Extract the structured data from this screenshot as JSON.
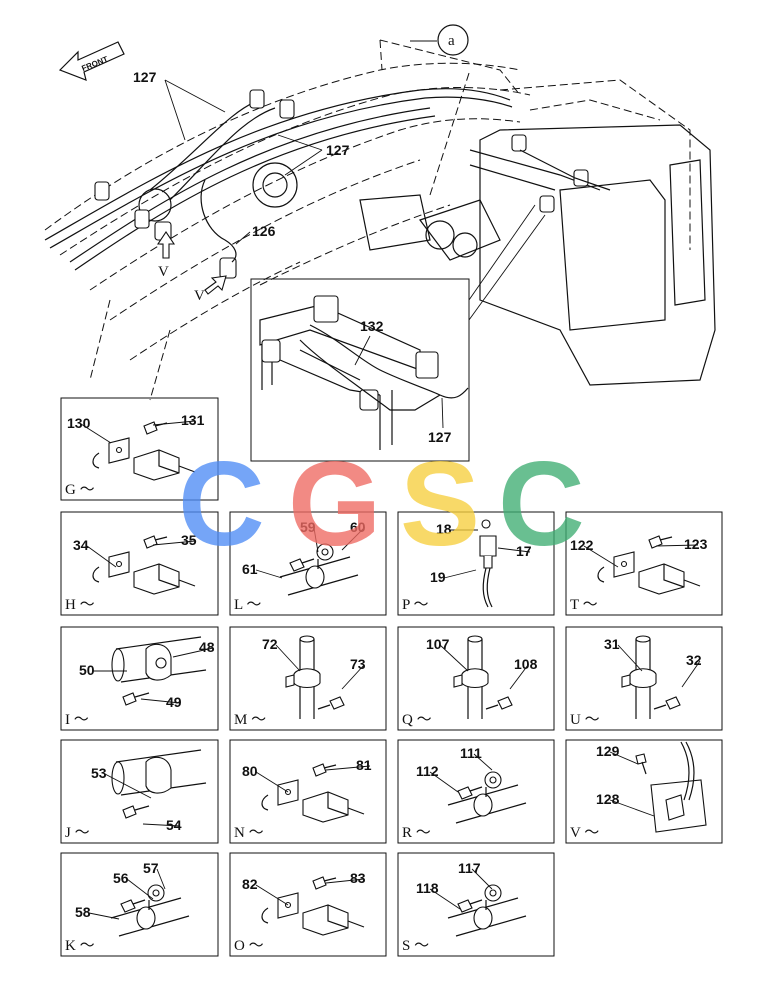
{
  "overview": {
    "front_label": "FRONT",
    "callout_a": "a",
    "view_v_label_1": "V",
    "view_v_label_2": "V",
    "part_127_a": "127",
    "part_127_b": "127",
    "part_126": "126",
    "part_132": "132",
    "part_127_c": "127"
  },
  "details": {
    "G": {
      "title": "G ～",
      "parts": [
        "130",
        "131"
      ]
    },
    "H": {
      "title": "H ～",
      "parts": [
        "34",
        "35"
      ]
    },
    "L": {
      "title": "L ～",
      "parts": [
        "59",
        "60",
        "61"
      ]
    },
    "P": {
      "title": "P ～",
      "parts": [
        "18",
        "17",
        "19"
      ]
    },
    "T": {
      "title": "T ～",
      "parts": [
        "122",
        "123"
      ]
    },
    "I": {
      "title": "I ～",
      "parts": [
        "48",
        "50",
        "49"
      ]
    },
    "M": {
      "title": "M ～",
      "parts": [
        "72",
        "73"
      ]
    },
    "Q": {
      "title": "Q ～",
      "parts": [
        "107",
        "108"
      ]
    },
    "U": {
      "title": "U ～",
      "parts": [
        "31",
        "32"
      ]
    },
    "J": {
      "title": "J ～",
      "parts": [
        "53",
        "54"
      ]
    },
    "N": {
      "title": "N ～",
      "parts": [
        "80",
        "81"
      ]
    },
    "R": {
      "title": "R ～",
      "parts": [
        "112",
        "111"
      ]
    },
    "V": {
      "title": "V ～",
      "parts": [
        "129",
        "128"
      ]
    },
    "K": {
      "title": "K ～",
      "parts": [
        "56",
        "57",
        "58"
      ]
    },
    "O": {
      "title": "O ～",
      "parts": [
        "82",
        "83"
      ]
    },
    "S": {
      "title": "S ～",
      "parts": [
        "118",
        "117"
      ]
    }
  },
  "watermark": {
    "letters": [
      "C",
      "G",
      "S",
      "C"
    ],
    "colors": [
      "#4f8df5",
      "#ef6a62",
      "#f7cf3e",
      "#3fae73"
    ]
  }
}
